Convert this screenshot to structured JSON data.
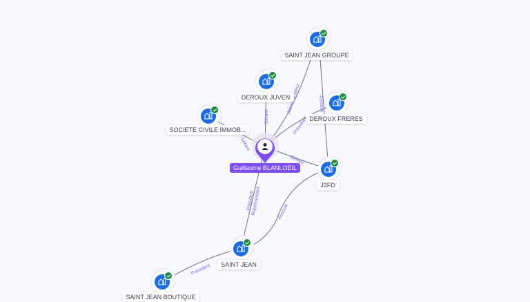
{
  "person": {
    "name": "Guillaume BLANLOEIL",
    "icon": "person-icon"
  },
  "companies": [
    {
      "id": "sjg",
      "name": "SAINT JEAN GROUPE",
      "verified": true
    },
    {
      "id": "dj",
      "name": "DEROUX JUVEN",
      "verified": true
    },
    {
      "id": "sci",
      "name": "SOCIETE CIVILE IMMOB...",
      "verified": true
    },
    {
      "id": "df",
      "name": "DEROUX FRERES",
      "verified": true
    },
    {
      "id": "j2fd",
      "name": "J2FD",
      "verified": true
    },
    {
      "id": "sj",
      "name": "SAINT JEAN",
      "verified": true
    },
    {
      "id": "sjb",
      "name": "SAINT JEAN BOUTIQUE",
      "verified": true
    }
  ],
  "edges": [
    {
      "from": "person",
      "to": "sci",
      "label": "Gérant"
    },
    {
      "from": "person",
      "to": "dj",
      "label": "Gérant"
    },
    {
      "from": "person",
      "to": "sjg",
      "label": "Administrateur"
    },
    {
      "from": "person",
      "to": "df",
      "label": "Président"
    },
    {
      "from": "person",
      "to": "j2fd",
      "label": "Gérant"
    },
    {
      "from": "person",
      "to": "sj",
      "label": "Président"
    },
    {
      "from": "person",
      "to": "sj",
      "label": "Représentant"
    },
    {
      "from": "sjg",
      "to": "j2fd",
      "label": "Associé"
    },
    {
      "from": "j2fd",
      "to": "sj",
      "label": "Associé"
    },
    {
      "from": "sj",
      "to": "sjb",
      "label": "Président"
    }
  ],
  "colors": {
    "accent": "#7c4dff",
    "node": "#1a6dea",
    "verified": "#1e8e3e",
    "edge_label": "#7b68ee"
  }
}
